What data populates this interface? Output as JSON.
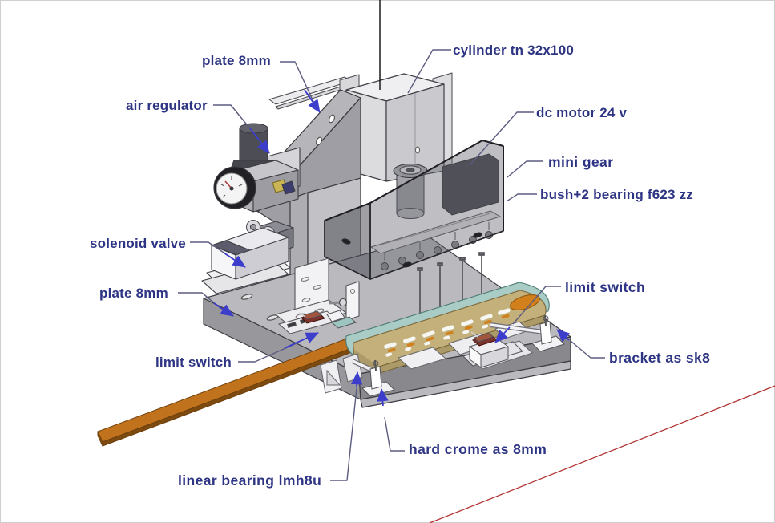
{
  "labels": {
    "plate_top": "plate 8mm",
    "cylinder": "cylinder tn 32x100",
    "air_regulator": "air regulator",
    "dc_motor": "dc motor 24 v",
    "mini_gear": "mini gear",
    "bush_bearing": "bush+2 bearing f623 zz",
    "solenoid_valve": "solenoid valve",
    "plate_left": "plate 8mm",
    "limit_switch_left": "limit switch",
    "limit_switch_right": "limit switch",
    "bracket_sk8": "bracket as sk8",
    "hard_crome": "hard crome as 8mm",
    "linear_bearing": "linear bearing lmh8u"
  },
  "colors": {
    "label_text": "#2d3483",
    "leader_line": "#5c5c80",
    "arrow_blue": "#3d3dcc",
    "axis_line_black": "#1a1a1a",
    "axis_line_red": "#b13434",
    "copper_bar": "#c0731c",
    "slot_plate_tan": "#c4b07a",
    "sub_plate_teal": "#a9ccc6",
    "limit_switch_red": "#7c332b",
    "machine_gray": "#c6c6ca",
    "smoked_cover": "#55555f"
  }
}
